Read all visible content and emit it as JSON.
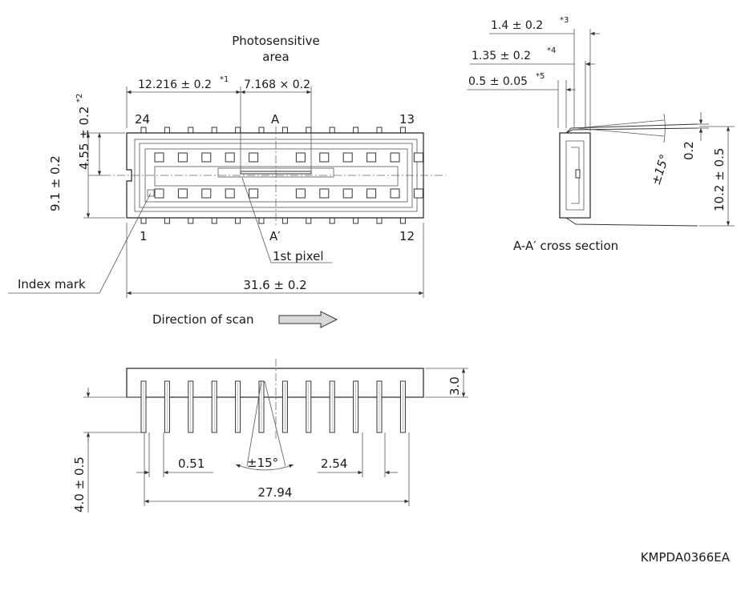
{
  "top_view": {
    "photosensitive_label": [
      "Photosensitive",
      "area"
    ],
    "dim_offset": "12.216 ± 0.2",
    "dim_offset_note": "*1",
    "dim_area": "7.168 × 0.2",
    "dim_vert_offset": "4.55 ± 0.2",
    "dim_vert_offset_note": "*2",
    "dim_width": "9.1 ± 0.2",
    "dim_length": "31.6 ± 0.2",
    "pin_top_left": "24",
    "pin_top_right": "13",
    "pin_bottom_left": "1",
    "pin_bottom_right": "12",
    "section_top": "A",
    "section_bottom": "A′",
    "first_pixel_label": "1st pixel",
    "index_mark_label": "Index mark",
    "scan_label": "Direction of scan"
  },
  "cross_section": {
    "dim_a": "1.4 ± 0.2",
    "dim_a_note": "*3",
    "dim_b": "1.35 ± 0.2",
    "dim_b_note": "*4",
    "dim_c": "0.5 ± 0.05",
    "dim_c_note": "*5",
    "dim_thickness": "0.2",
    "dim_angle": "±15°",
    "dim_height": "10.2 ± 0.5",
    "caption": "A-A′ cross section"
  },
  "side_view": {
    "dim_height": "3.0",
    "dim_lead_length": "4.0 ± 0.5",
    "dim_lead_width": "0.51",
    "dim_angle": "±15°",
    "dim_pitch": "2.54",
    "dim_span": "27.94"
  },
  "drawing_code": "KMPDA0366EA",
  "colors": {
    "line": "#333333",
    "arrow_fill": "#d9d9d9"
  }
}
